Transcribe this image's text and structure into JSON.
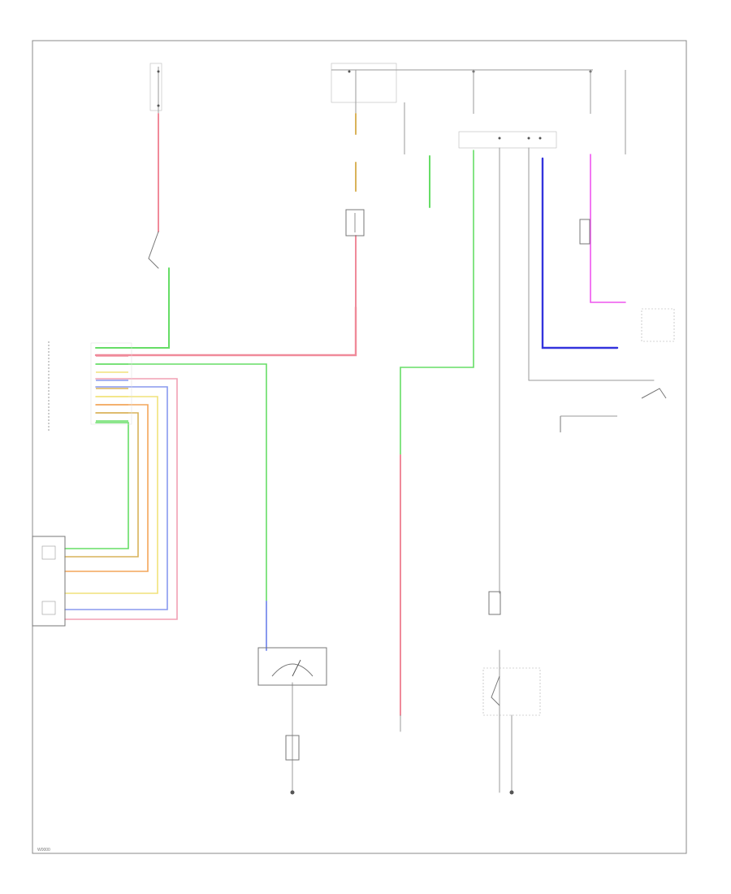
{
  "diagram": {
    "footer_code": "W0000",
    "wire_colors": {
      "pink": "#f08a9a",
      "green": "#66dd66",
      "blue": "#3333dd",
      "magenta": "#ee55ee",
      "tan": "#d9b35a",
      "orange": "#f3a65a",
      "yellow": "#f1e27a",
      "ltblue": "#8899ee",
      "rose": "#f2a0b4",
      "gray": "#9a9a9a"
    },
    "ecu_pin_colors": [
      "green",
      "pink",
      "green",
      "yellow",
      "ltblue",
      "tan",
      "yellow",
      "orange",
      "tan",
      "green"
    ]
  }
}
